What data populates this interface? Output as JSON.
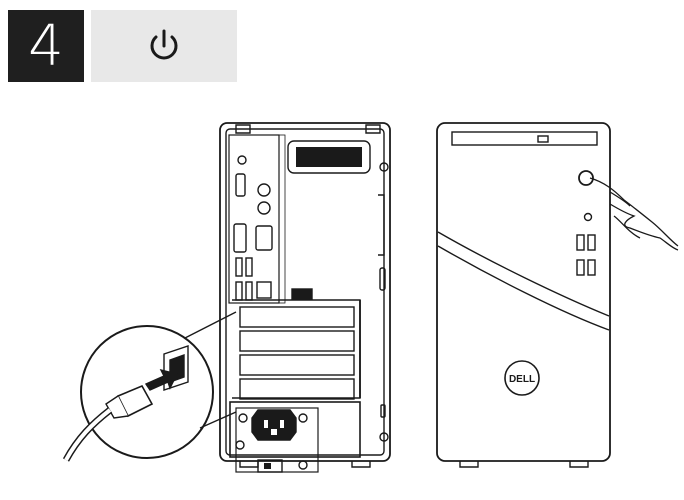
{
  "step": {
    "number": "4"
  },
  "icons": {
    "power": "power-icon",
    "brand_logo": "dell-logo"
  },
  "logo": {
    "text": "DELL"
  },
  "colors": {
    "step_bg": "#1f1f1f",
    "step_fg": "#ffffff",
    "icon_panel_bg": "#e8e8e8",
    "line": "#1a1a1a"
  }
}
